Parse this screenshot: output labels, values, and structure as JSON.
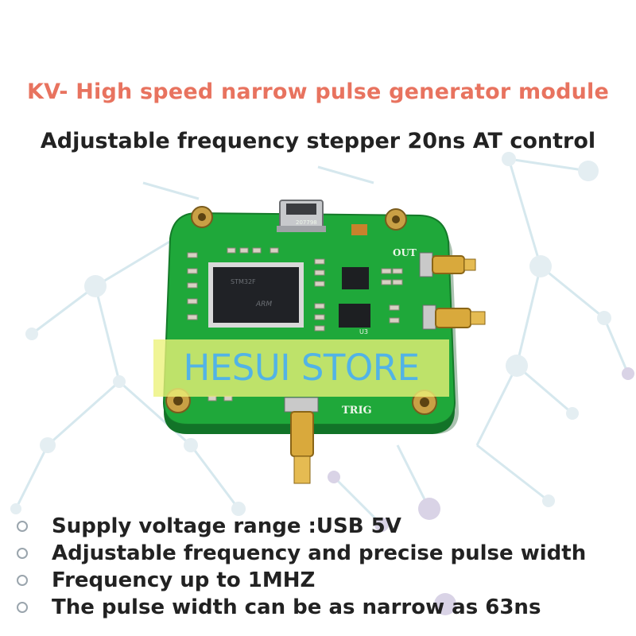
{
  "header": {
    "title": "KV- High speed narrow pulse generator module",
    "subtitle": "Adjustable frequency stepper 20ns AT control"
  },
  "colors": {
    "title": "#e8735f",
    "text": "#222222",
    "pcb_green": "#1fa83a",
    "watermark": "#52b3e6"
  },
  "board": {
    "silkscreen_code": "207798",
    "out_label": "OUT",
    "trig_label": "TRIG",
    "chip_marking": "STM32F",
    "chip_brand": "ARM",
    "ic_label": "U3"
  },
  "watermark": {
    "text": "HESUI STORE"
  },
  "features": [
    "Supply voltage range :USB 5V",
    "Adjustable frequency and precise pulse width",
    "Frequency up to 1MHZ",
    "The pulse width can be as narrow as 63ns"
  ]
}
